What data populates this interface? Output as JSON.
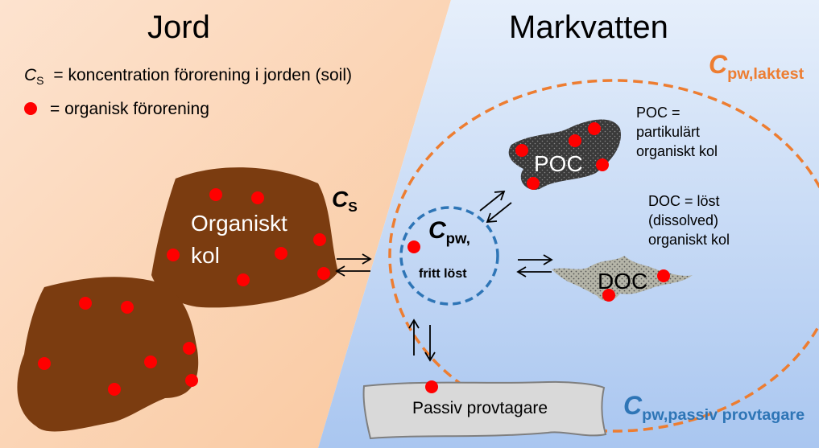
{
  "titles": {
    "soil": "Jord",
    "porewater": "Markvatten"
  },
  "legend": {
    "cs_symbol": "C",
    "cs_sub": "S",
    "cs_text": "= koncentration förorening i jorden (soil)",
    "dot_text": "= organisk förorening"
  },
  "organic_carbon": {
    "line1": "Organiskt",
    "line2": "kol"
  },
  "cs_label": {
    "symbol": "C",
    "sub": "S"
  },
  "cpw_free": {
    "symbol": "C",
    "sub": "pw,",
    "caption": "fritt löst"
  },
  "cpw_leach": {
    "symbol": "C",
    "sub": "pw,laktest"
  },
  "cpw_passive": {
    "symbol": "C",
    "sub": "pw,passiv provtagare"
  },
  "poc": {
    "label": "POC",
    "def1": "POC =",
    "def2": "partikulärt",
    "def3": "organiskt kol"
  },
  "doc": {
    "label": "DOC",
    "def1": "DOC = löst",
    "def2": "(dissolved)",
    "def3": "organiskt kol"
  },
  "sampler": {
    "label": "Passiv provtagare"
  },
  "colors": {
    "soil_bg": "#fde3cf",
    "water_bg": "#c4d9f5",
    "organic_carbon": "#7b3c10",
    "pollutant": "#ff0000",
    "leach_circle": "#ed7d31",
    "free_circle": "#2e75b6",
    "poc": "#3a3a3a",
    "doc": "#a8a8a0",
    "sampler": "#d9d9d9"
  }
}
